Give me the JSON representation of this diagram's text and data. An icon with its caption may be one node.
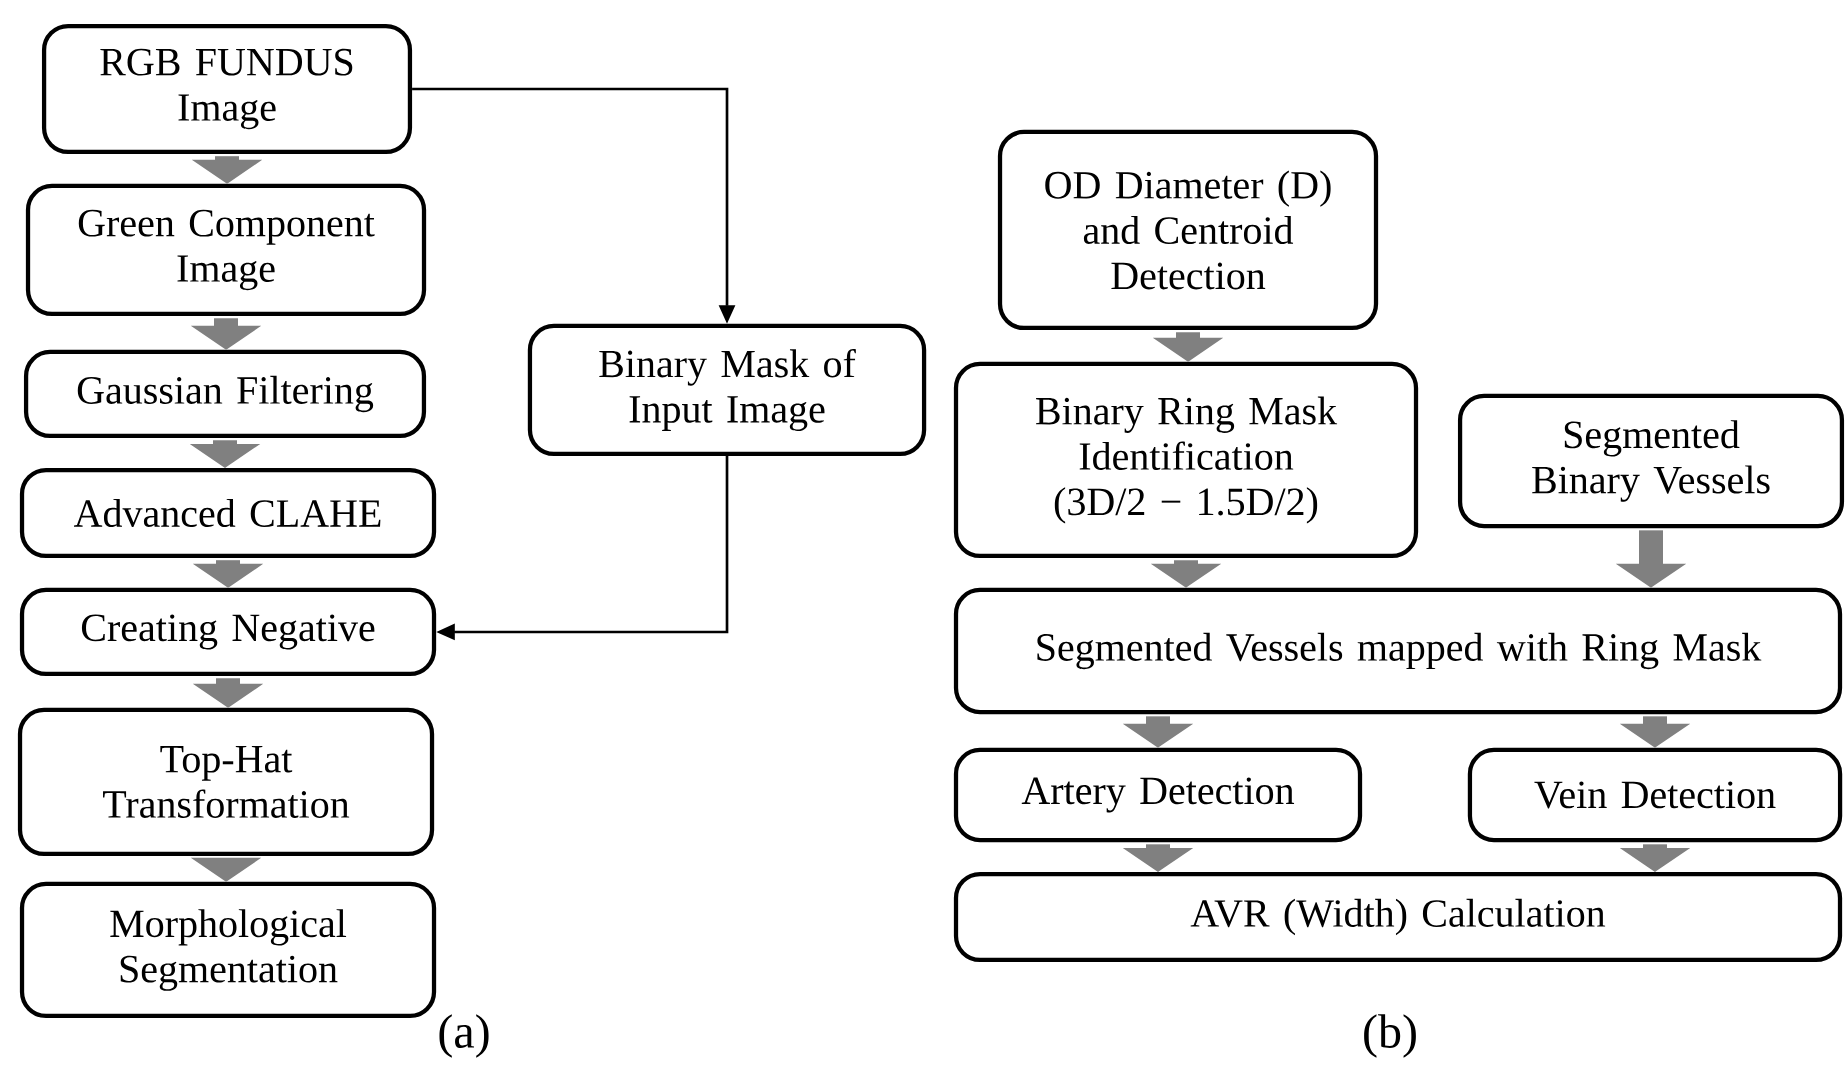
{
  "diagram": {
    "nodes": [
      {
        "text": [
          "RGB FUNDUS Image"
        ]
      },
      {
        "text": [
          "Green Component Image"
        ]
      },
      {
        "text": [
          "Gaussian Filtering"
        ]
      },
      {
        "text": [
          "Advanced CLAHE"
        ]
      },
      {
        "text": [
          "Creating Negative"
        ]
      },
      {
        "text": [
          "Top-Hat Transformation"
        ]
      },
      {
        "text": [
          "Morphological Segmentation"
        ]
      },
      {
        "text": [
          "Binary Mask of Input Image"
        ]
      },
      {
        "text": [
          "OD Diameter (D) and Centroid Detection"
        ]
      },
      {
        "text": [
          "Binary Ring Mask Identification",
          "(3D/2 − 1.5D/2)"
        ]
      },
      {
        "text": [
          "Segmented Binary Vessels"
        ]
      },
      {
        "text": [
          "Segmented Vessels mapped with Ring Mask"
        ]
      },
      {
        "text": [
          "Artery Detection"
        ]
      },
      {
        "text": [
          "Vein Detection"
        ]
      },
      {
        "text": [
          "AVR (Width) Calculation"
        ]
      }
    ],
    "edges": [
      {
        "from": 0,
        "to": 1,
        "arrow": "to"
      },
      {
        "from": 1,
        "to": 2,
        "arrow": "to"
      },
      {
        "from": 2,
        "to": 3,
        "arrow": "to"
      },
      {
        "from": 3,
        "to": 4,
        "arrow": "to"
      },
      {
        "from": 4,
        "to": 5,
        "arrow": "to"
      },
      {
        "from": 5,
        "to": 6,
        "arrow": "to"
      },
      {
        "from": 0,
        "to": 7,
        "arrow": "to",
        "color": "#000000"
      },
      {
        "from": 7,
        "to": 4,
        "arrow": "to",
        "color": "#000000"
      },
      {
        "from": 8,
        "to": 9,
        "arrow": "to"
      },
      {
        "from": 9,
        "to": 11,
        "arrow": "to"
      },
      {
        "from": 10,
        "to": 11,
        "arrow": "to"
      },
      {
        "from": 11,
        "to": 12,
        "arrow": "to"
      },
      {
        "from": 11,
        "to": 13,
        "arrow": "to"
      },
      {
        "from": 12,
        "to": 14,
        "arrow": "to"
      },
      {
        "from": 13,
        "to": 14,
        "arrow": "to"
      }
    ],
    "labels": [
      "(a)",
      "(b)"
    ]
  }
}
